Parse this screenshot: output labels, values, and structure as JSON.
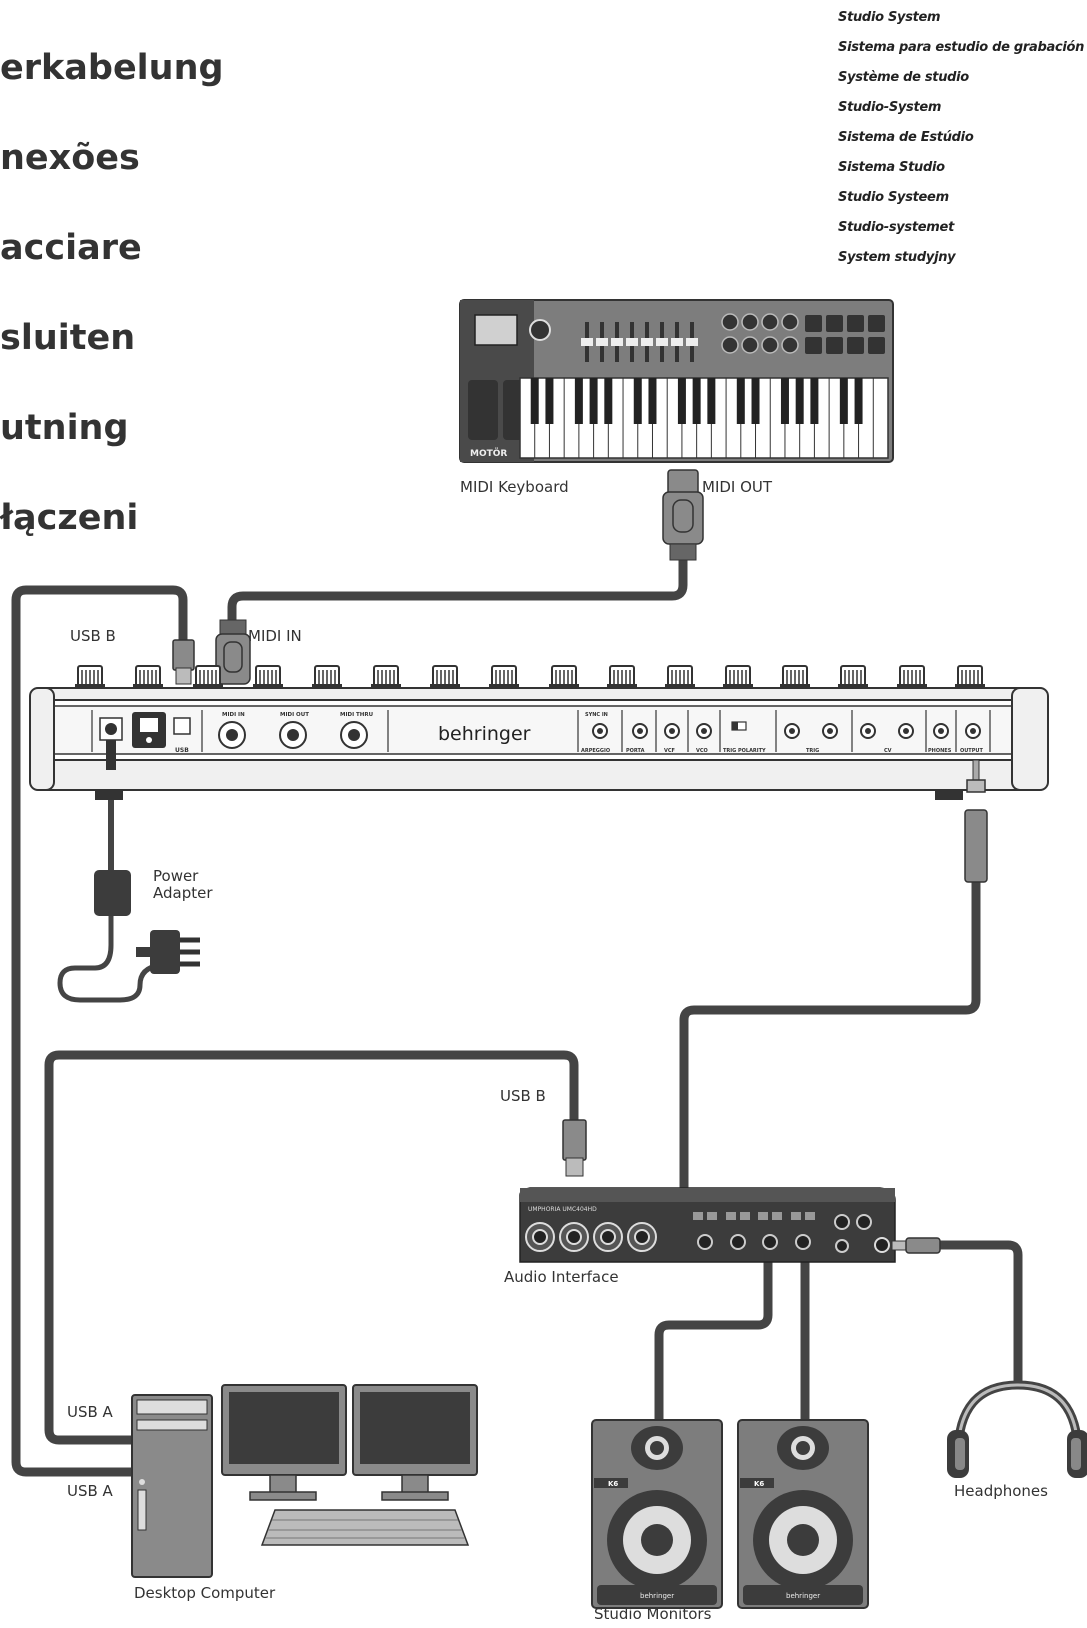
{
  "headings": [
    "erkabelung",
    "nexões",
    "acciare",
    "sluiten",
    "utning",
    "łączeni"
  ],
  "system_names": [
    "Studio System",
    "Sistema para estudio de grabación",
    "Système de studio",
    "Studio-System",
    "Sistema de Estúdio",
    "Sistema Studio",
    "Studio Systeem",
    "Studio-systemet",
    "System studyjny"
  ],
  "labels": {
    "midi_keyboard": "MIDI Keyboard",
    "midi_out": "MIDI OUT",
    "usb_b_top": "USB B",
    "midi_in": "MIDI IN",
    "power_adapter_1": "Power",
    "power_adapter_2": "Adapter",
    "usb_b_mid": "USB B",
    "audio_interface": "Audio Interface",
    "usb_a_1": "USB A",
    "usb_a_2": "USB A",
    "headphones": "Headphones",
    "desktop_computer": "Desktop Computer",
    "studio_monitors": "Studio Monitors"
  },
  "device_text": {
    "brand": "behringer",
    "keyboard_brand": "MOTÖR",
    "panel_labels": [
      "USB",
      "MIDI IN",
      "MIDI OUT",
      "MIDI THRU",
      "SYNC IN",
      "ARPEGGIO",
      "PORTA",
      "VCF",
      "VCO",
      "TRIG POLARITY",
      "TRIG",
      "CV",
      "PHONES",
      "OUTPUT"
    ],
    "interface_name": "UMPHORIA UMC404HD",
    "monitor_badge": "K6",
    "monitor_brand": "behringer"
  },
  "colors": {
    "cable": "#444444",
    "device_dark": "#3c3c3c",
    "device_mid": "#8a8a8a",
    "device_light": "#d9d9d9",
    "text": "#333333"
  }
}
